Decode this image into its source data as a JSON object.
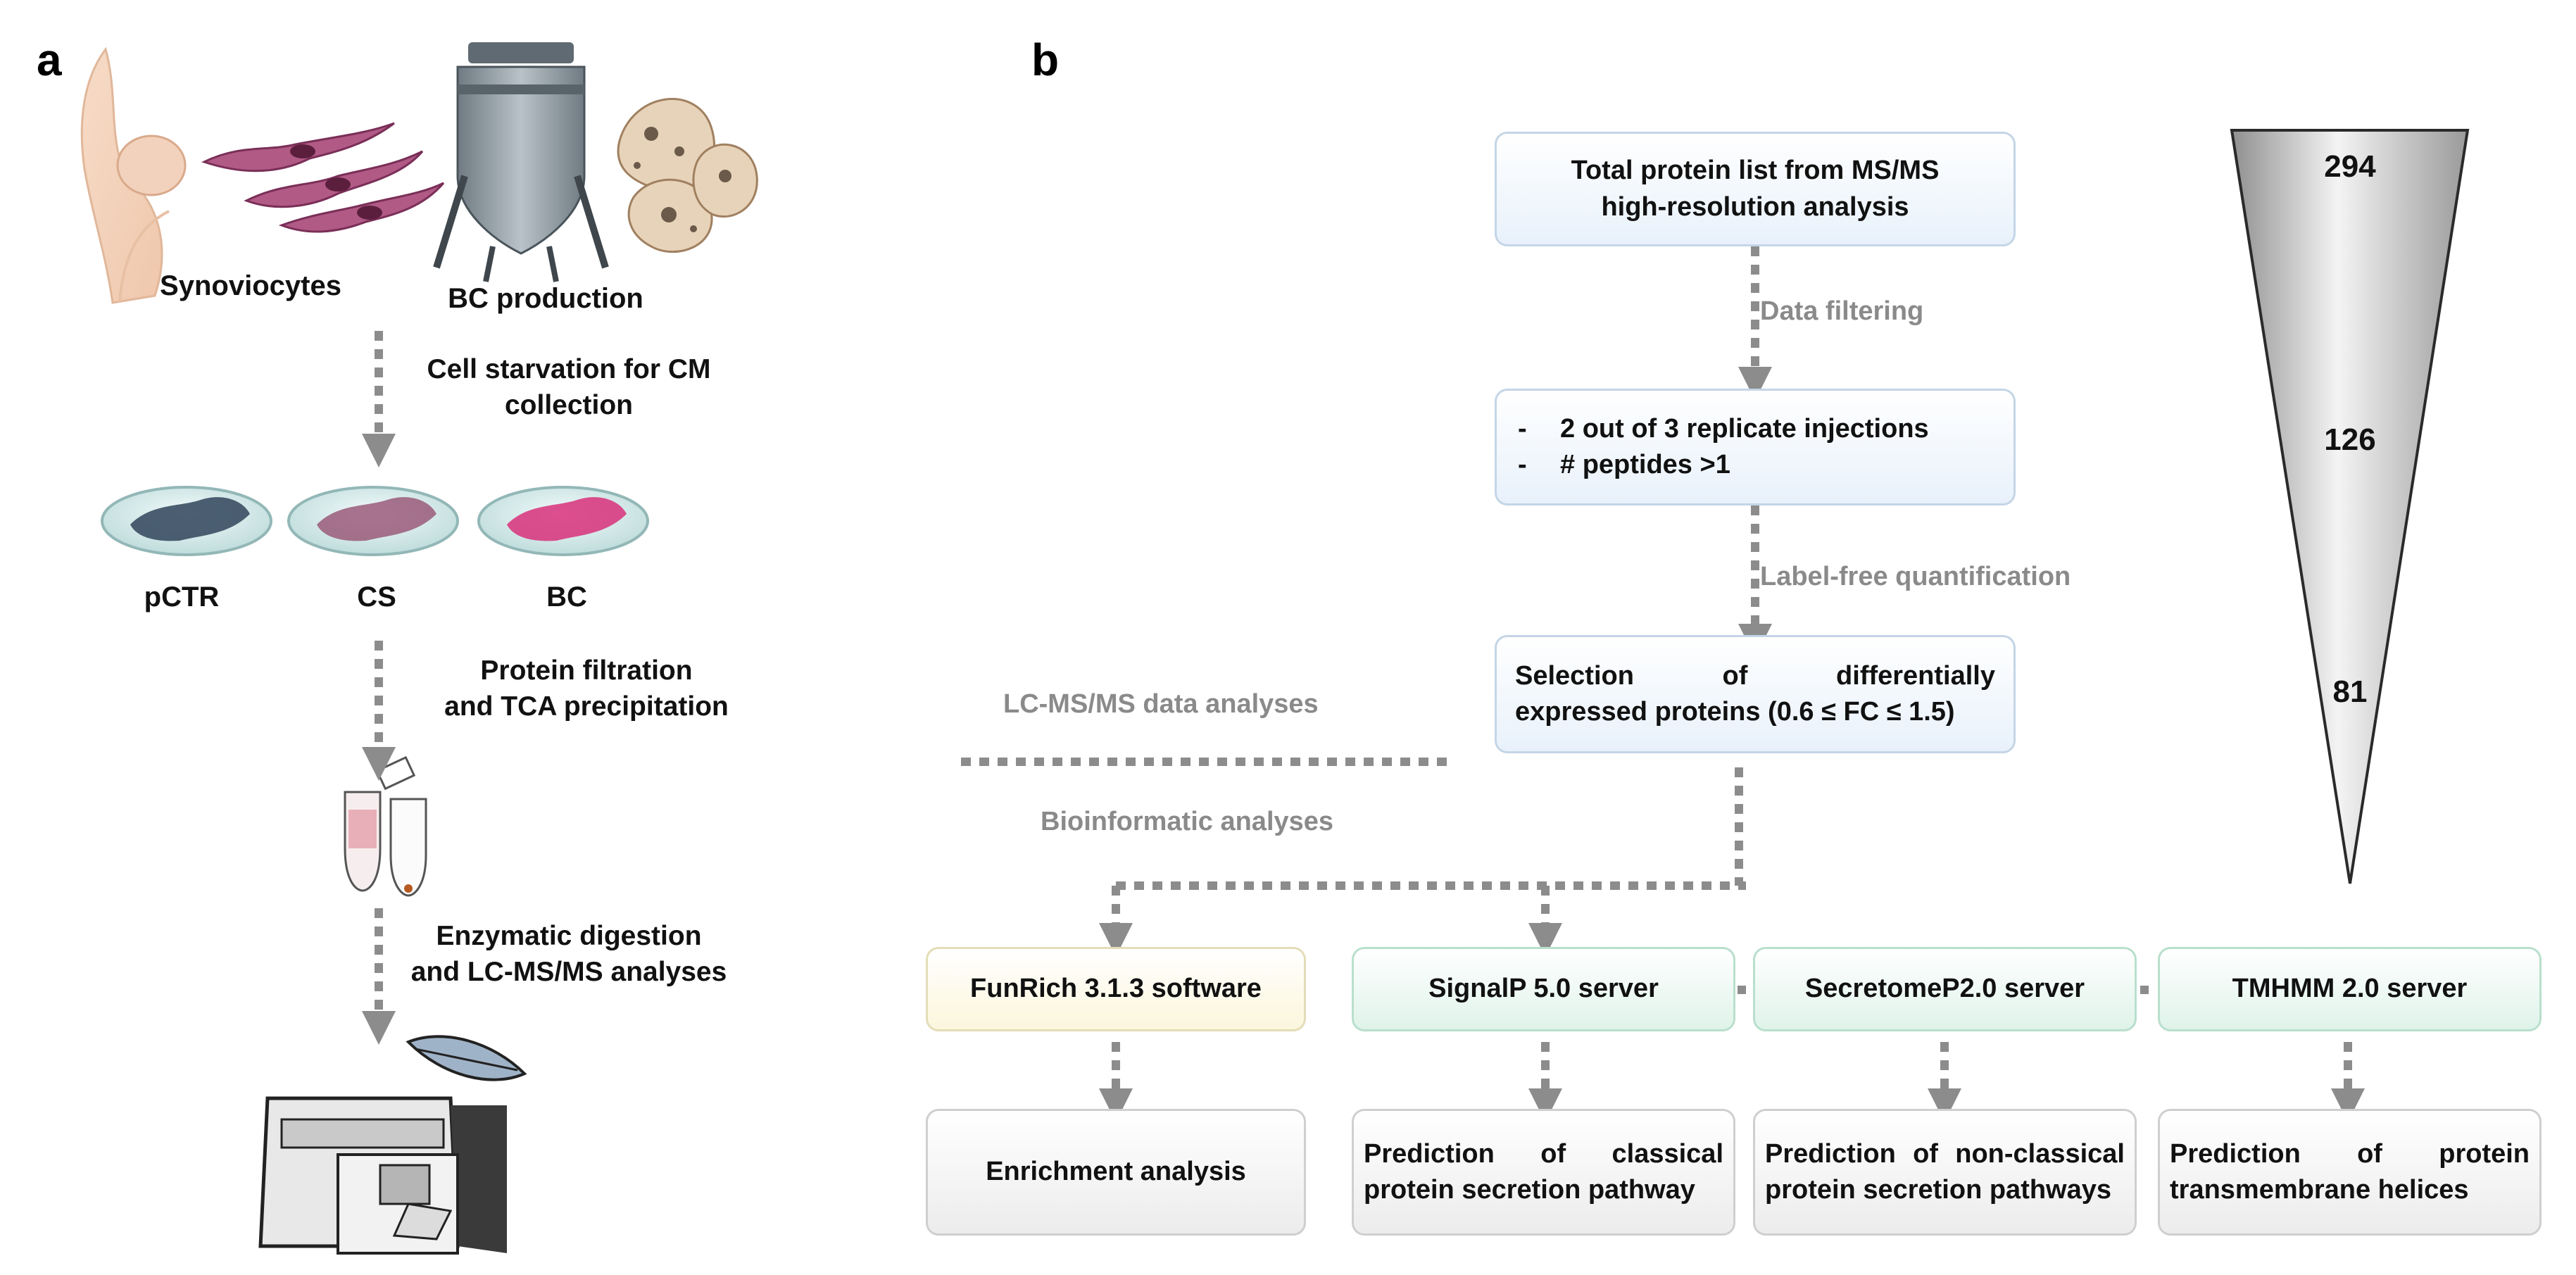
{
  "panels": {
    "a": "a",
    "b": "b"
  },
  "panel_a": {
    "synoviocytes": "Synoviocytes",
    "bc_production": "BC production",
    "step1": [
      "Cell starvation for CM",
      "collection"
    ],
    "dishes": [
      "pCTR",
      "CS",
      "BC"
    ],
    "step2": [
      "Protein filtration",
      "and TCA precipitation"
    ],
    "step3": [
      "Enzymatic digestion",
      "and LC-MS/MS analyses"
    ]
  },
  "panel_b": {
    "total_box": [
      "Total protein list from MS/MS",
      "high-resolution analysis"
    ],
    "data_filtering": "Data filtering",
    "filter_box": [
      "2 out of 3 replicate injections",
      "# peptides >1"
    ],
    "label_free": "Label-free quantification",
    "selection_box": [
      "Selection of differentially",
      "expressed proteins (0.6 ≤ FC ≤ 1.5)"
    ],
    "lcms_label": "LC-MS/MS data analyses",
    "bioinf_label": "Bioinformatic analyses",
    "tools": [
      {
        "name": "FunRich 3.1.3 software",
        "result": "Enrichment analysis"
      },
      {
        "name": "SignalP 5.0 server",
        "result": [
          "Prediction of classical",
          "protein secretion pathway"
        ]
      },
      {
        "name": "SecretomeP2.0 server",
        "result": [
          "Prediction of non-classical",
          "protein secretion pathways"
        ]
      },
      {
        "name": "TMHMM 2.0 server",
        "result": [
          "Prediction of protein",
          "transmembrane helices"
        ]
      }
    ],
    "funnel_counts": [
      "294",
      "126",
      "81"
    ]
  },
  "colors": {
    "arrow": "#8c8c8c",
    "blue_box": "#e8f1fb",
    "yellow_box": "#fbf6dc",
    "green_box": "#dff3ea",
    "gray_box": "#ececec"
  }
}
